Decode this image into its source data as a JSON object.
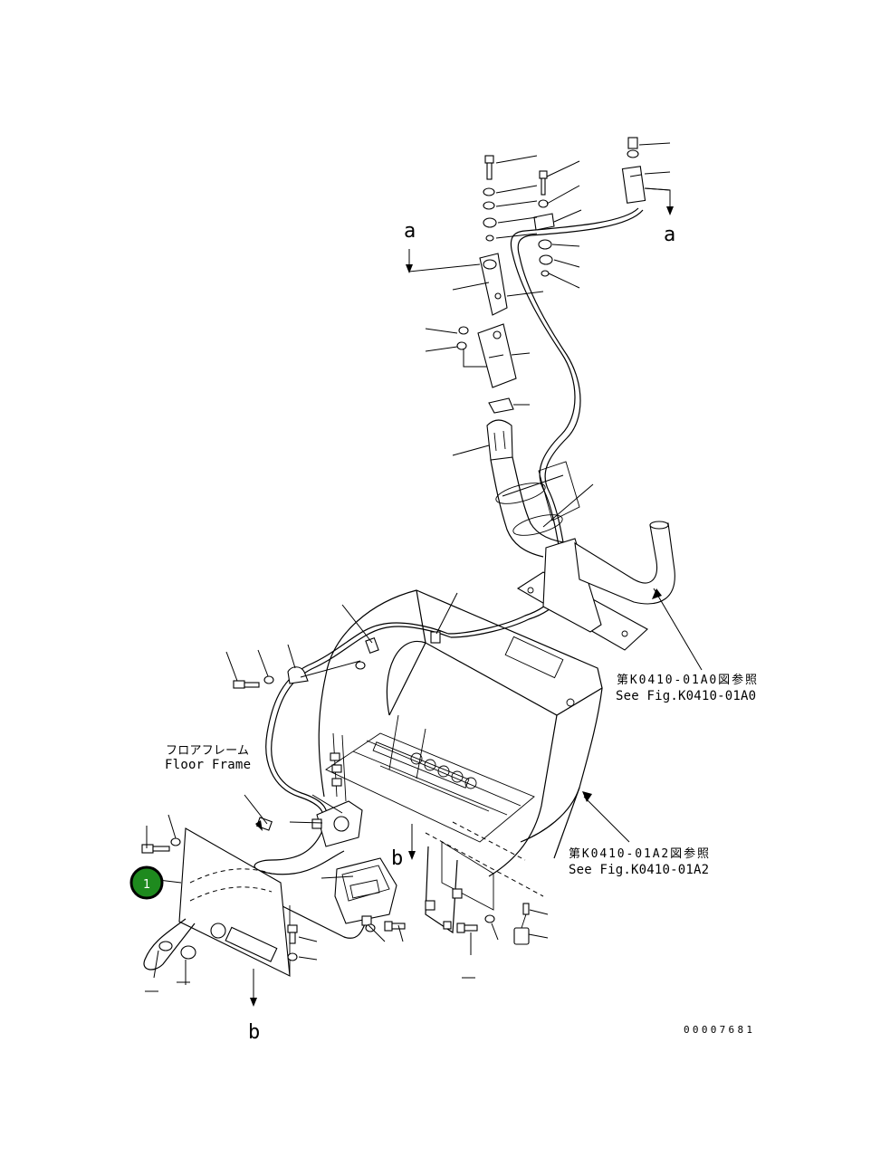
{
  "diagram": {
    "callout_number": "1",
    "callout_color": "#1e8a1e",
    "labels": {
      "ref_a_top_left": "a",
      "ref_a_top_right": "a",
      "ref_b_mid": "b",
      "ref_b_bottom": "b",
      "floor_frame_jp": "フロアフレーム",
      "floor_frame_en": "Floor Frame",
      "see_fig_1_jp": "第K0410-01A0図参照",
      "see_fig_1_en": "See Fig.K0410-01A0",
      "see_fig_2_jp": "第K0410-01A2図参照",
      "see_fig_2_en": "See Fig.K0410-01A2",
      "drawing_number": "00007681"
    }
  }
}
